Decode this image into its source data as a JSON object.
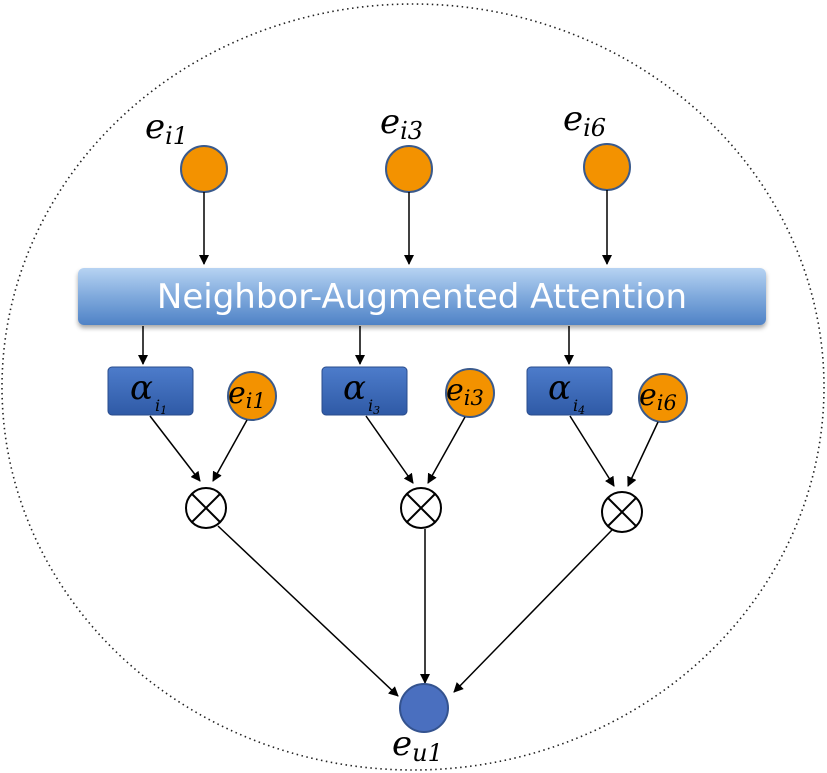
{
  "diagram": {
    "attention_label": "Neighbor-Augmented Attention",
    "top_nodes": [
      {
        "base": "e",
        "sub": "i1"
      },
      {
        "base": "e",
        "sub": "i3"
      },
      {
        "base": "e",
        "sub": "i6"
      }
    ],
    "weights": [
      {
        "symbol": "α",
        "sub": "i",
        "subsub": "1"
      },
      {
        "symbol": "α",
        "sub": "i",
        "subsub": "3"
      },
      {
        "symbol": "α",
        "sub": "i",
        "subsub": "4"
      }
    ],
    "inner_nodes": [
      {
        "base": "e",
        "sub": "i1"
      },
      {
        "base": "e",
        "sub": "i3"
      },
      {
        "base": "e",
        "sub": "i6"
      }
    ],
    "multiply_symbol": "⊗",
    "output_node": {
      "base": "e",
      "sub": "u1"
    }
  },
  "colors": {
    "item_node": "#f39200",
    "item_node_stroke": "#3a5a8c",
    "user_node": "#4a6fbf",
    "attention_bar_top": "#a9c8ec",
    "attention_bar_bottom": "#5b8fcf",
    "weight_box": "#4169b4",
    "arrow": "#000000"
  }
}
